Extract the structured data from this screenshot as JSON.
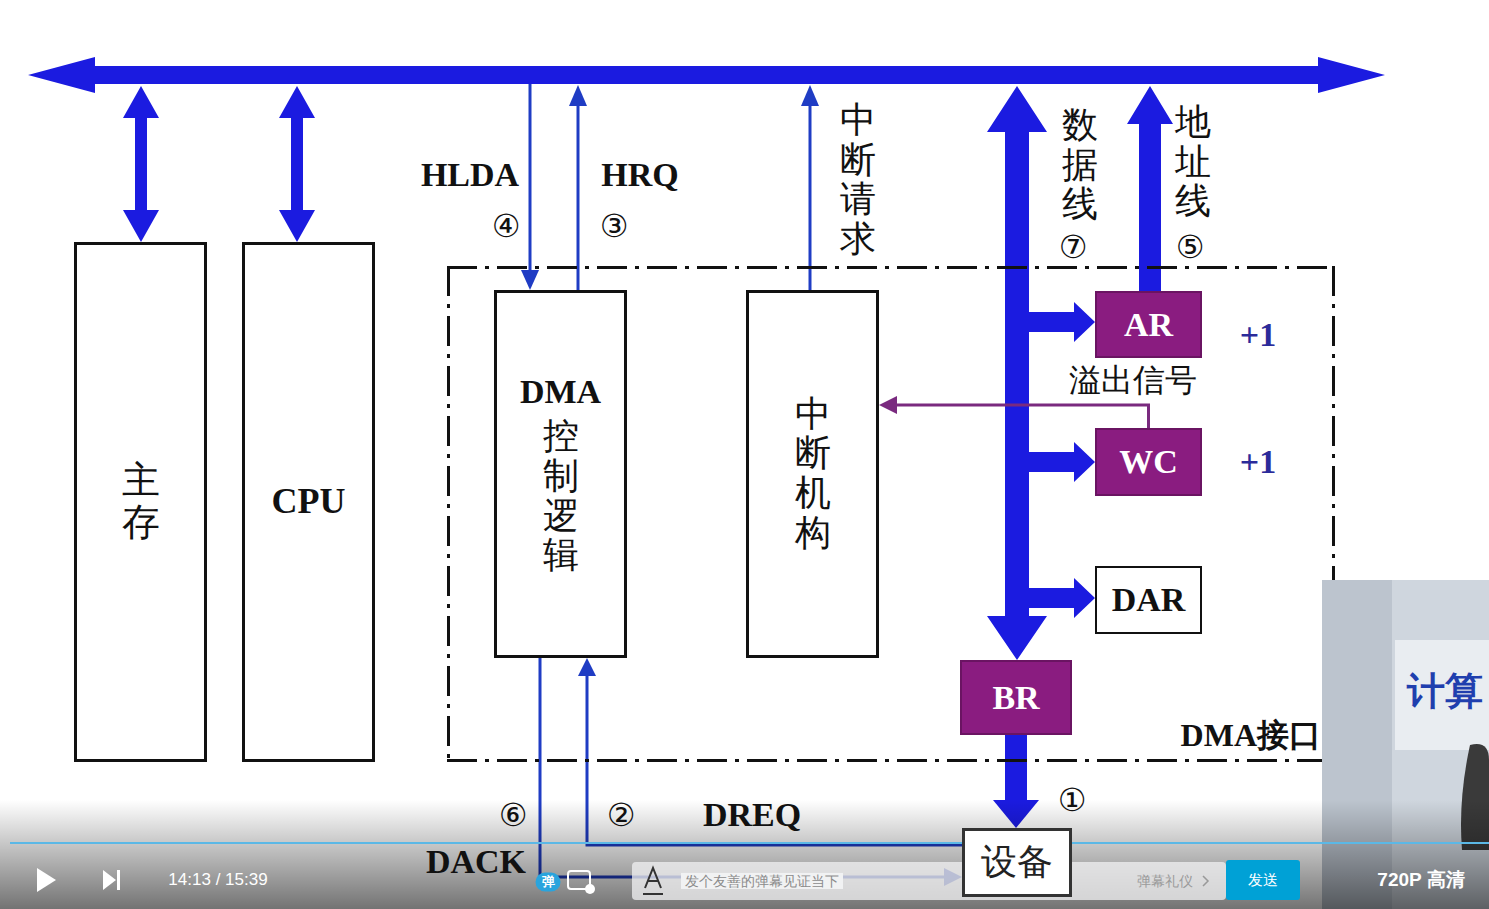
{
  "diagram": {
    "nodes": [
      {
        "text": [
          "主存"
        ]
      },
      {
        "text": [
          "CPU"
        ]
      },
      {
        "text": [
          "DMA接口"
        ]
      },
      {
        "text": [
          "DMA",
          "控制逻辑"
        ],
        "in": 2
      },
      {
        "text": [
          "中断机构"
        ],
        "in": 2
      },
      {
        "text": [
          "AR"
        ],
        "in": 2
      },
      {
        "text": [
          "WC"
        ],
        "in": 2
      },
      {
        "text": [
          "DAR"
        ],
        "in": 2
      },
      {
        "text": [
          "BR"
        ],
        "in": 2
      },
      {
        "text": [
          "设备"
        ]
      }
    ],
    "edges": [
      {
        "from": 8,
        "to": 9,
        "arrow": "to",
        "label": "①"
      },
      {
        "from": 9,
        "to": 3,
        "arrow": "to",
        "label": "②"
      },
      {
        "from": 3,
        "to": 9,
        "arrow": "to",
        "label": "⑥"
      },
      {
        "from": 6,
        "to": 4,
        "arrow": "to",
        "label": "溢出信号"
      }
    ],
    "labels": [
      "HLDA",
      "④",
      "HRQ",
      "③",
      "中断请求",
      "数据线",
      "⑦",
      "地址线",
      "⑤",
      "+1",
      "+1",
      "DREQ",
      "DACK",
      "14:13 / 15:39",
      "弹",
      "发个友善的弹幕见证当下",
      "弹幕礼仪",
      "发送",
      "720P 高清",
      "计算"
    ]
  }
}
